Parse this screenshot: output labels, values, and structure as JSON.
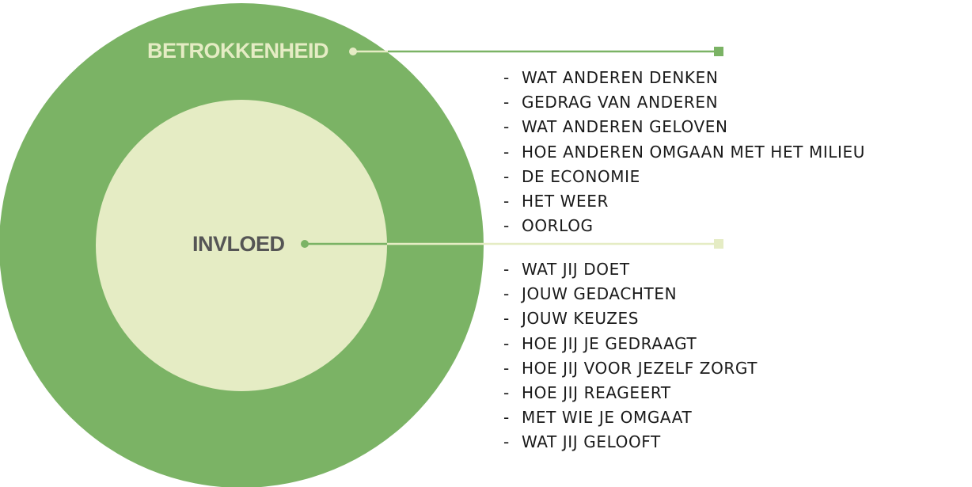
{
  "colors": {
    "outer": "#7bb365",
    "inner": "#e5ecc4",
    "inner_text": "#555555"
  },
  "outer": {
    "label": "BETROKKENHEID",
    "items": [
      "WAT ANDEREN DENKEN",
      "GEDRAG VAN ANDEREN",
      "WAT ANDEREN GELOVEN",
      "HOE ANDEREN OMGAAN MET HET MILIEU",
      "DE ECONOMIE",
      "HET WEER",
      "OORLOG"
    ]
  },
  "inner": {
    "label": "INVLOED",
    "items": [
      "WAT JIJ DOET",
      "JOUW GEDACHTEN",
      "JOUW KEUZES",
      "HOE JIJ JE GEDRAAGT",
      "HOE JIJ VOOR JEZELF ZORGT",
      "HOE JIJ REAGEERT",
      "MET WIE JE OMGAAT",
      "WAT JIJ GELOOFT"
    ]
  },
  "bullet": "-"
}
